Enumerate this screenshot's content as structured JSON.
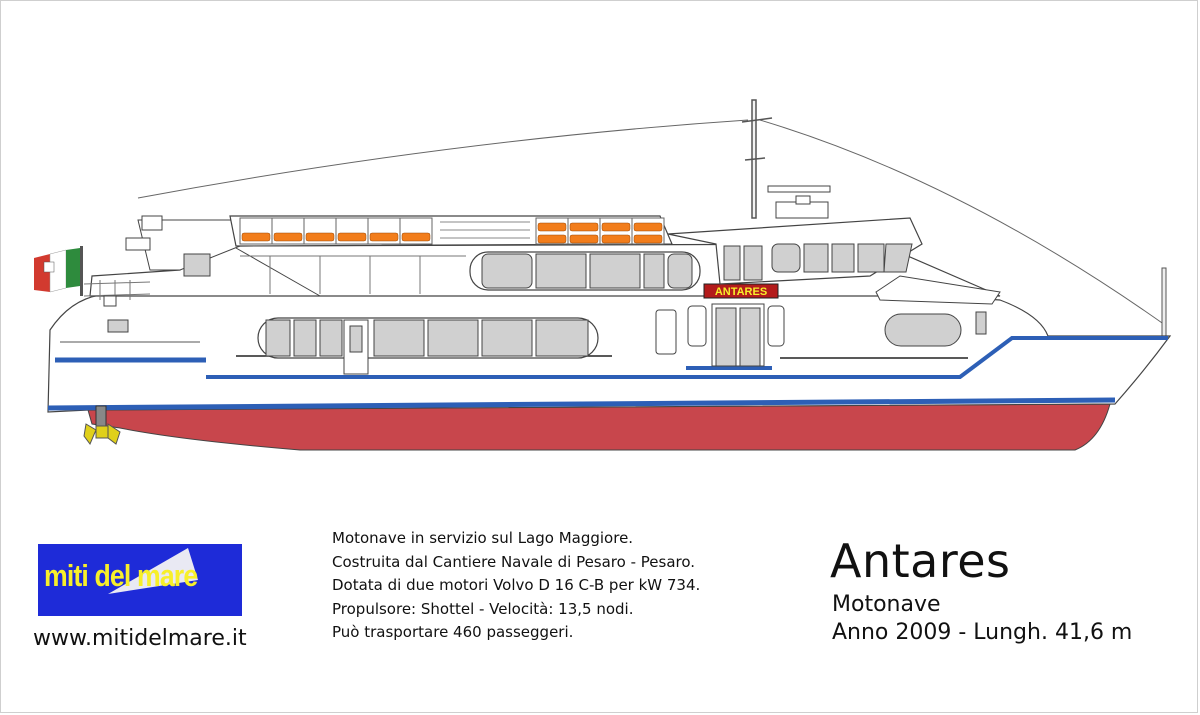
{
  "vessel": {
    "name": "Antares",
    "type": "Motonave",
    "specs": "Anno 2009 - Lungh. 41,6 m",
    "hull_name": "ANTARES"
  },
  "description": [
    "Motonave in servizio sul Lago Maggiore.",
    "Costruita dal Cantiere Navale di Pesaro - Pesaro.",
    "Dotata di due motori Volvo D 16 C-B per kW 734.",
    "Propulsore: Shottel - Velocità: 13,5 nodi.",
    "Può trasportare 460 passeggeri."
  ],
  "brand": {
    "logo_text": "miti del mare",
    "website": "www.mitidelmare.it"
  },
  "colors": {
    "hull_red": "#c8464c",
    "stripe_blue": "#2d5fb6",
    "lifeboat_orange": "#f27d1b",
    "logo_blue": "#1e2bd8",
    "logo_yellow": "#f7ef2a",
    "flag_green": "#2e8b3d",
    "flag_red": "#d23a2f"
  }
}
